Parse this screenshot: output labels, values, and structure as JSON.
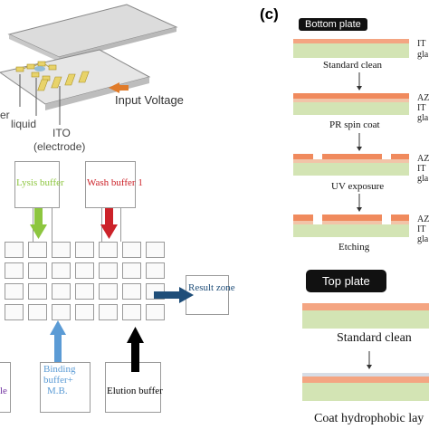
{
  "device": {
    "labels": {
      "liquid": "liquid",
      "ito": "ITO",
      "electrode": "(electrode)",
      "input_voltage": "Input Voltage",
      "partial_left": "er"
    }
  },
  "chip": {
    "ports": {
      "lysis": "Lysis buffer",
      "wash": "Wash buffer 1",
      "result": "Result zone",
      "binding_line1": "Binding",
      "binding_line2": "buffer+",
      "binding_line3": "M.B.",
      "elution": "Elution buffer",
      "partial_left": "le"
    },
    "colors": {
      "lysis": "#8dc63f",
      "wash": "#cc2229",
      "result": "#1f4e79",
      "binding": "#5b9bd5",
      "elution": "#000000",
      "partial": "#7030a0"
    }
  },
  "panel_c": {
    "label": "(c)",
    "bottom_plate": "Bottom plate",
    "steps": [
      "Standard clean",
      "PR spin coat",
      "UV exposure",
      "Etching"
    ],
    "side": {
      "s1": [
        "IT",
        "gla"
      ],
      "s2": [
        "AZ",
        "IT",
        "gla"
      ],
      "s3": [
        "AZ",
        "IT",
        "gla"
      ],
      "s4": [
        "AZ",
        "IT",
        "gla"
      ]
    },
    "top_plate": "Top plate",
    "top_steps": [
      "Standard clean",
      "Coat hydrophobic lay"
    ],
    "colors": {
      "az": "#f4a582",
      "ito": "#f2c4a8",
      "glass": "#d3e4b4"
    }
  }
}
